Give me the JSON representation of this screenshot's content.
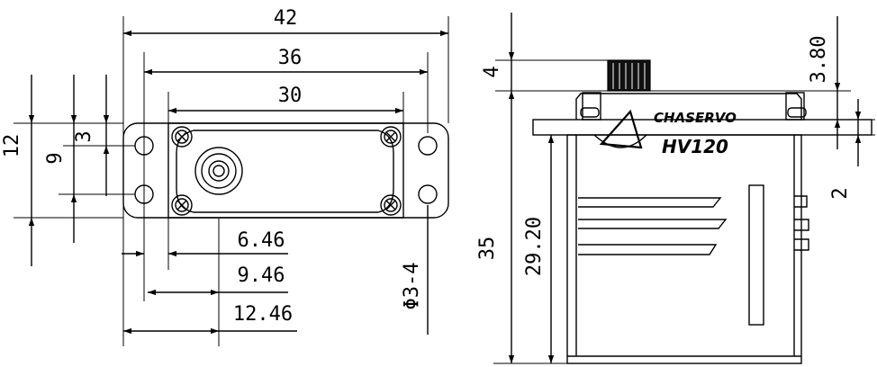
{
  "brand": {
    "logo_text": "CHASERVO",
    "model": "HV120"
  },
  "front_view": {
    "dims": {
      "overall_width": "42",
      "mount_hole_spacing": "36",
      "body_width": "30",
      "height_12": "12",
      "height_9": "9",
      "height_3": "3",
      "offset_1": "6.46",
      "offset_2": "9.46",
      "offset_3": "12.46",
      "hole_diameter": "Φ3-4"
    }
  },
  "side_view": {
    "dims": {
      "spline_height": "4",
      "spline_top": "3.80",
      "total_height": "35",
      "body_height": "29.20",
      "flange_thickness": "2"
    }
  }
}
